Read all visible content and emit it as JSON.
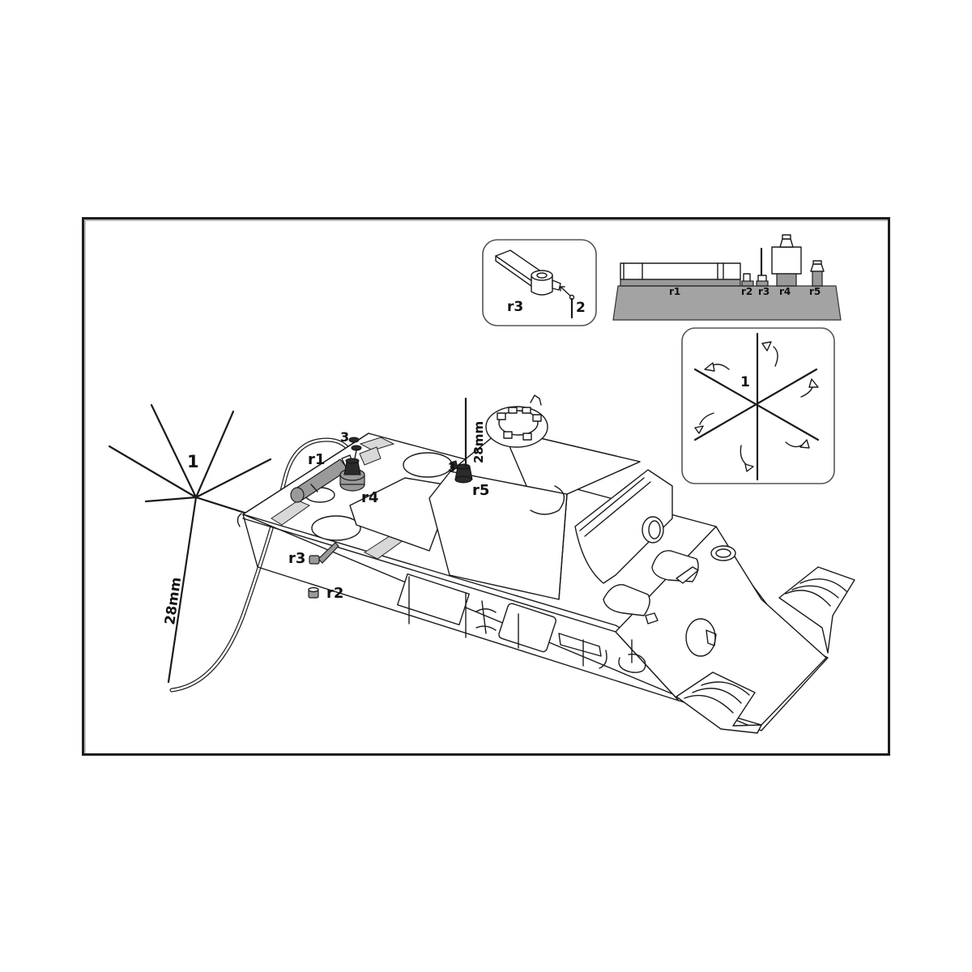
{
  "diagram": {
    "type": "model-kit assembly instruction",
    "subject": "tank hull rear deck with resin and photo-etch antenna parts",
    "colors": {
      "frame_border": "#1e1e1e",
      "resin_part_fill": "#9a9a9a",
      "sprue_base_fill": "#a3a3a3",
      "background": "#ffffff"
    }
  },
  "inset_r3_detail": {
    "part_label": "r3",
    "pin_label": "2"
  },
  "inset_sprue": {
    "labels": [
      "r1",
      "r2",
      "r3",
      "r4",
      "r5"
    ]
  },
  "inset_antenna_bending": {
    "part_label": "1",
    "note_arrows": 6
  },
  "antenna_star": {
    "part_label": "1",
    "length_label": "28mm"
  },
  "main_callouts": {
    "r1": "r1",
    "r2": "r2",
    "r3": "r3",
    "r4": "r4",
    "r5": "r5",
    "washer_left": "3",
    "washer_right": "3",
    "antenna_length_right": "28mm"
  }
}
